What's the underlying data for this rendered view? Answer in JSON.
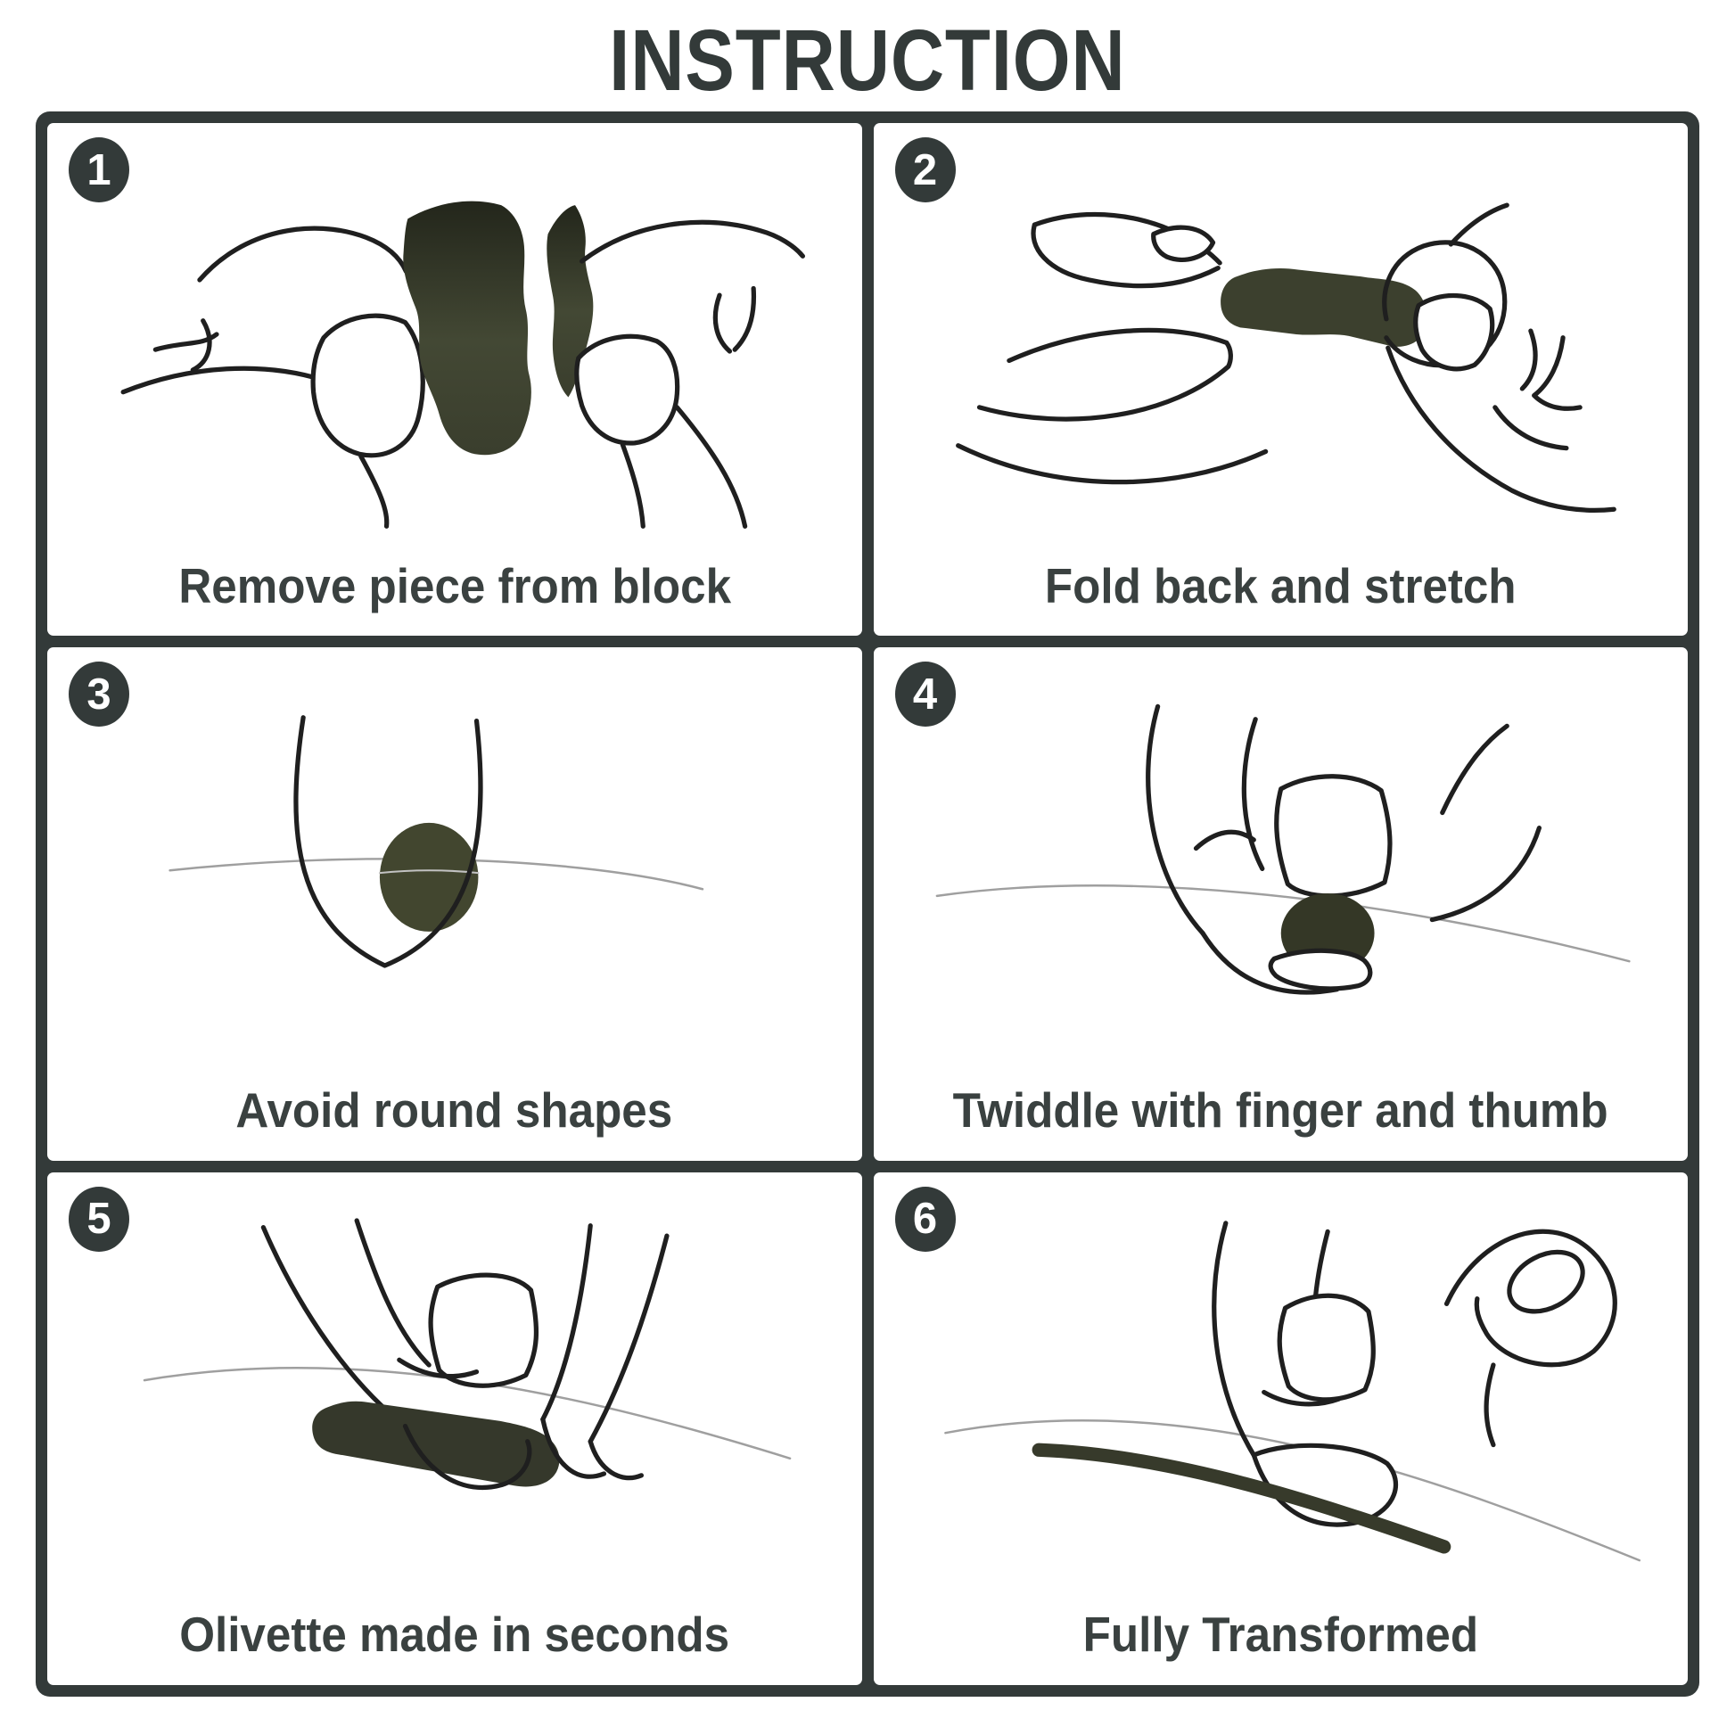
{
  "title": "INSTRUCTION",
  "theme": {
    "ink": "#333a39",
    "caption_color": "#3a4140",
    "badge_background": "#333a39",
    "badge_number_color": "#ffffff",
    "putty_dark": "#23261b",
    "putty_olive": "#4a4f39",
    "sketch_line": "#1f1f1f",
    "spectacle_arm_gray": "#9f9f9f",
    "panel_background": "#ffffff"
  },
  "steps": [
    {
      "number": "1",
      "caption": "Remove piece from block",
      "illustration": "hands-tearing-piece-from-block"
    },
    {
      "number": "2",
      "caption": "Fold back and stretch",
      "illustration": "hands-stretching-putty"
    },
    {
      "number": "3",
      "caption": "Avoid round shapes",
      "illustration": "fingertip-with-round-ball"
    },
    {
      "number": "4",
      "caption": "Twiddle with finger and thumb",
      "illustration": "finger-and-thumb-twiddling-ball"
    },
    {
      "number": "5",
      "caption": "Olivette made in seconds",
      "illustration": "fingers-holding-olivette-shape"
    },
    {
      "number": "6",
      "caption": "Fully Transformed",
      "illustration": "finger-pressing-strip-on-spectacle-arm"
    }
  ]
}
